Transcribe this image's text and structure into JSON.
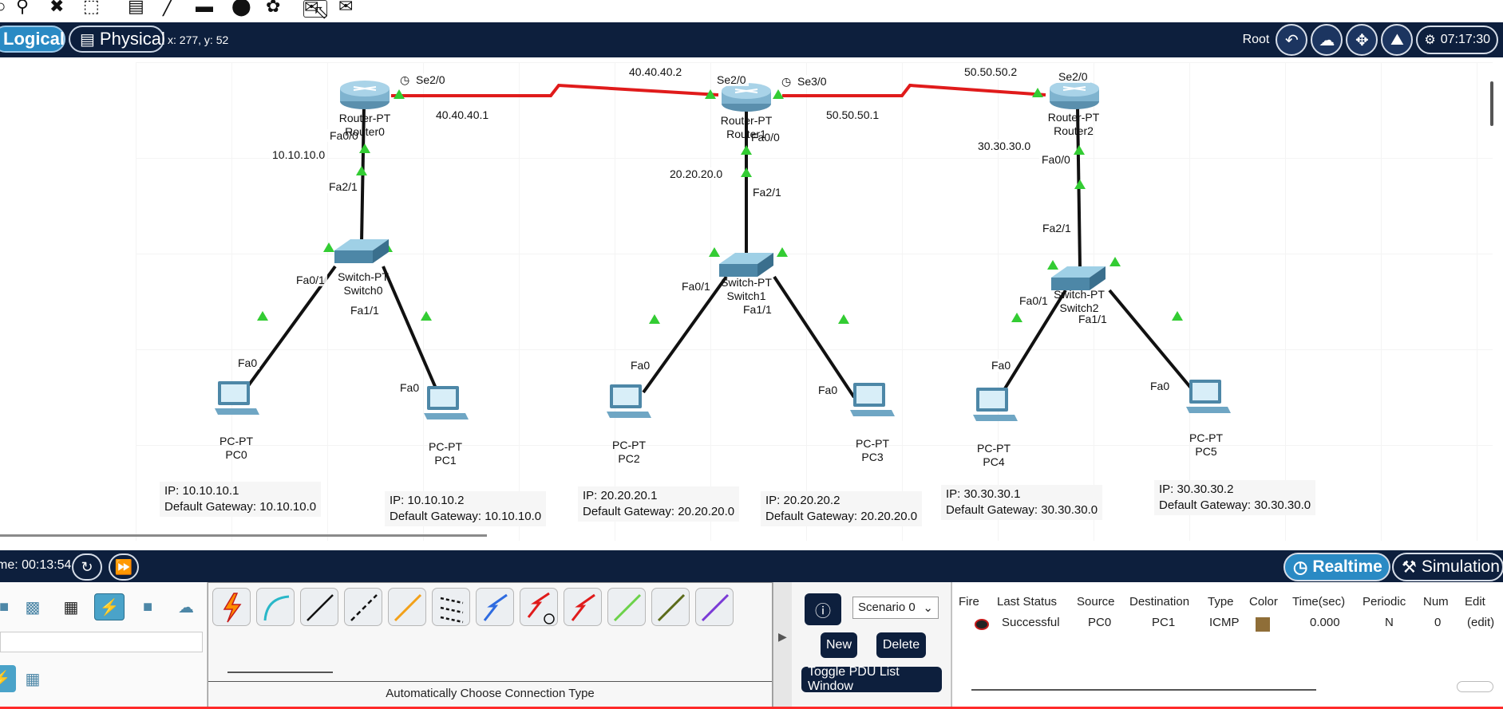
{
  "toolbar": {
    "icons": [
      "search-icon",
      "delete-icon",
      "resize-icon",
      "note-icon",
      "line-icon",
      "rectangle-icon",
      "ellipse-icon",
      "freeform-icon",
      "pdu-simple-icon",
      "pdu-complex-icon"
    ]
  },
  "nav": {
    "logical": "Logical",
    "physical": "Physical",
    "coords": "x: 277, y: 52",
    "root": "Root",
    "clock": "07:17:30"
  },
  "links": {
    "serial_color": "#e01b1b",
    "ethernet_color": "#111111",
    "port_up_color": "#33cc33"
  },
  "labels": {
    "r0_se": "Se2/0",
    "r0_fa": "Fa0/0",
    "r0_ip_se": "40.40.40.1",
    "r0_ip_fa": "10.10.10.0",
    "r1_se2": "Se2/0",
    "r1_se3": "Se3/0",
    "r1_fa": "Fa0/0",
    "r1_ip_se2": "40.40.40.2",
    "r1_ip_se3": "50.50.50.1",
    "r1_ip_fa": "20.20.20.0",
    "r2_se": "Se2/0",
    "r2_fa": "Fa0/0",
    "r2_ip_se": "50.50.50.2",
    "r2_ip_fa": "30.30.30.0",
    "s0_up": "Fa2/1",
    "s0_l": "Fa0/1",
    "s0_r": "Fa1/1",
    "s1_up": "Fa2/1",
    "s1_l": "Fa0/1",
    "s1_r": "Fa1/1",
    "s2_up": "Fa2/1",
    "s2_l": "Fa0/1",
    "s2_r": "Fa1/1",
    "pc_fa": "Fa0"
  },
  "devices": {
    "router0": {
      "model": "Router-PT",
      "name": "Router0"
    },
    "router1": {
      "model": "Router-PT",
      "name": "Router1"
    },
    "router2": {
      "model": "Router-PT",
      "name": "Router2"
    },
    "switch0": {
      "model": "Switch-PT",
      "name": "Switch0"
    },
    "switch1": {
      "model": "Switch-PT",
      "name": "Switch1"
    },
    "switch2": {
      "model": "Switch-PT",
      "name": "Switch2"
    },
    "pc0": {
      "model": "PC-PT",
      "name": "PC0"
    },
    "pc1": {
      "model": "PC-PT",
      "name": "PC1"
    },
    "pc2": {
      "model": "PC-PT",
      "name": "PC2"
    },
    "pc3": {
      "model": "PC-PT",
      "name": "PC3"
    },
    "pc4": {
      "model": "PC-PT",
      "name": "PC4"
    },
    "pc5": {
      "model": "PC-PT",
      "name": "PC5"
    }
  },
  "notes": {
    "pc0": {
      "ip": "IP: 10.10.10.1",
      "gw": "Default Gateway: 10.10.10.0"
    },
    "pc1": {
      "ip": "IP: 10.10.10.2",
      "gw": "Default Gateway: 10.10.10.0"
    },
    "pc2": {
      "ip": "IP: 20.20.20.1",
      "gw": "Default Gateway: 20.20.20.0"
    },
    "pc3": {
      "ip": "IP: 20.20.20.2",
      "gw": "Default Gateway: 20.20.20.0"
    },
    "pc4": {
      "ip": "IP: 30.30.30.1",
      "gw": "Default Gateway: 30.30.30.0"
    },
    "pc5": {
      "ip": "IP: 30.30.30.2",
      "gw": "Default Gateway: 30.30.30.0"
    }
  },
  "bottom": {
    "time": "me: 00:13:54",
    "realtime": "Realtime",
    "simulation": "Simulation",
    "auto_connection": "Automatically Choose Connection Type",
    "scenario": "Scenario 0",
    "new": "New",
    "delete": "Delete",
    "toggle": "Toggle PDU List Window"
  },
  "pdu_table": {
    "headers": [
      "Fire",
      "Last Status",
      "Source",
      "Destination",
      "Type",
      "Color",
      "Time(sec)",
      "Periodic",
      "Num",
      "Edit"
    ],
    "row": {
      "status": "Successful",
      "source": "PC0",
      "destination": "PC1",
      "type": "ICMP",
      "color": "#8f6e38",
      "time": "0.000",
      "periodic": "N",
      "num": "0",
      "edit": "(edit)"
    }
  }
}
